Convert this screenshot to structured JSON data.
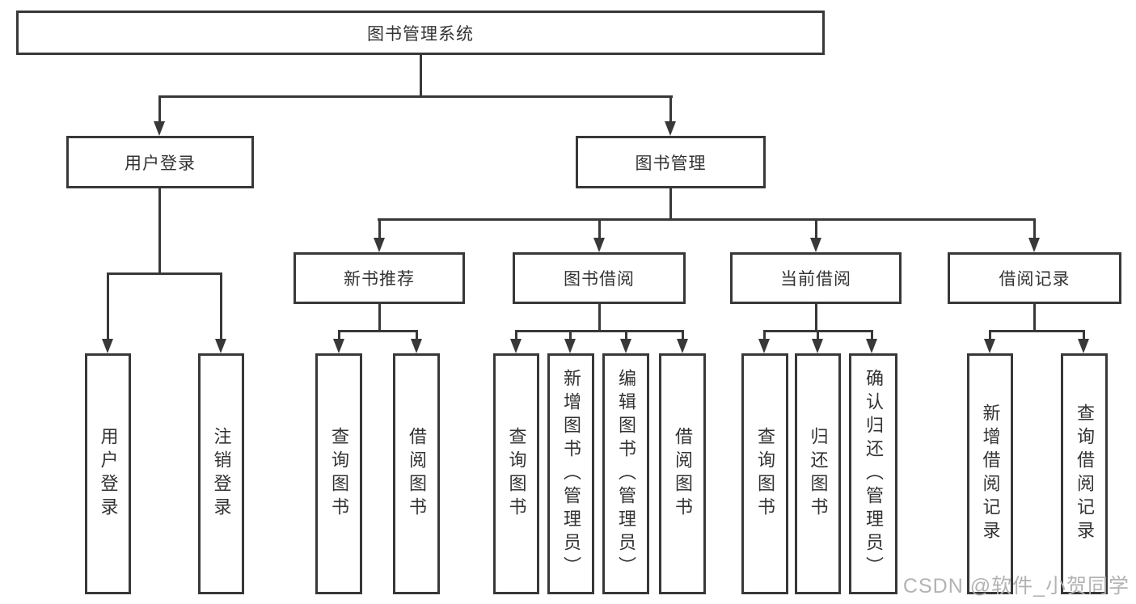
{
  "diagram": {
    "title": "图书管理系统",
    "colors": {
      "line": "#383838",
      "text": "#333333",
      "background": "#ffffff",
      "watermark": "#b3b3b3"
    },
    "tree": {
      "label": "图书管理系统",
      "children": [
        {
          "label": "用户登录",
          "children": [
            {
              "label": "用户登录"
            },
            {
              "label": "注销登录"
            }
          ]
        },
        {
          "label": "图书管理",
          "children": [
            {
              "label": "新书推荐",
              "children": [
                {
                  "label": "查询图书"
                },
                {
                  "label": "借阅图书"
                }
              ]
            },
            {
              "label": "图书借阅",
              "children": [
                {
                  "label": "查询图书"
                },
                {
                  "label": "新增图书（管理员）"
                },
                {
                  "label": "编辑图书（管理员）"
                },
                {
                  "label": "借阅图书"
                }
              ]
            },
            {
              "label": "当前借阅",
              "children": [
                {
                  "label": "查询图书"
                },
                {
                  "label": "归还图书"
                },
                {
                  "label": "确认归还（管理员）"
                }
              ]
            },
            {
              "label": "借阅记录",
              "children": [
                {
                  "label": "新增借阅记录"
                },
                {
                  "label": "查询借阅记录"
                }
              ]
            }
          ]
        }
      ]
    }
  },
  "watermark": {
    "text": "CSDN @软件_小贺同学"
  }
}
